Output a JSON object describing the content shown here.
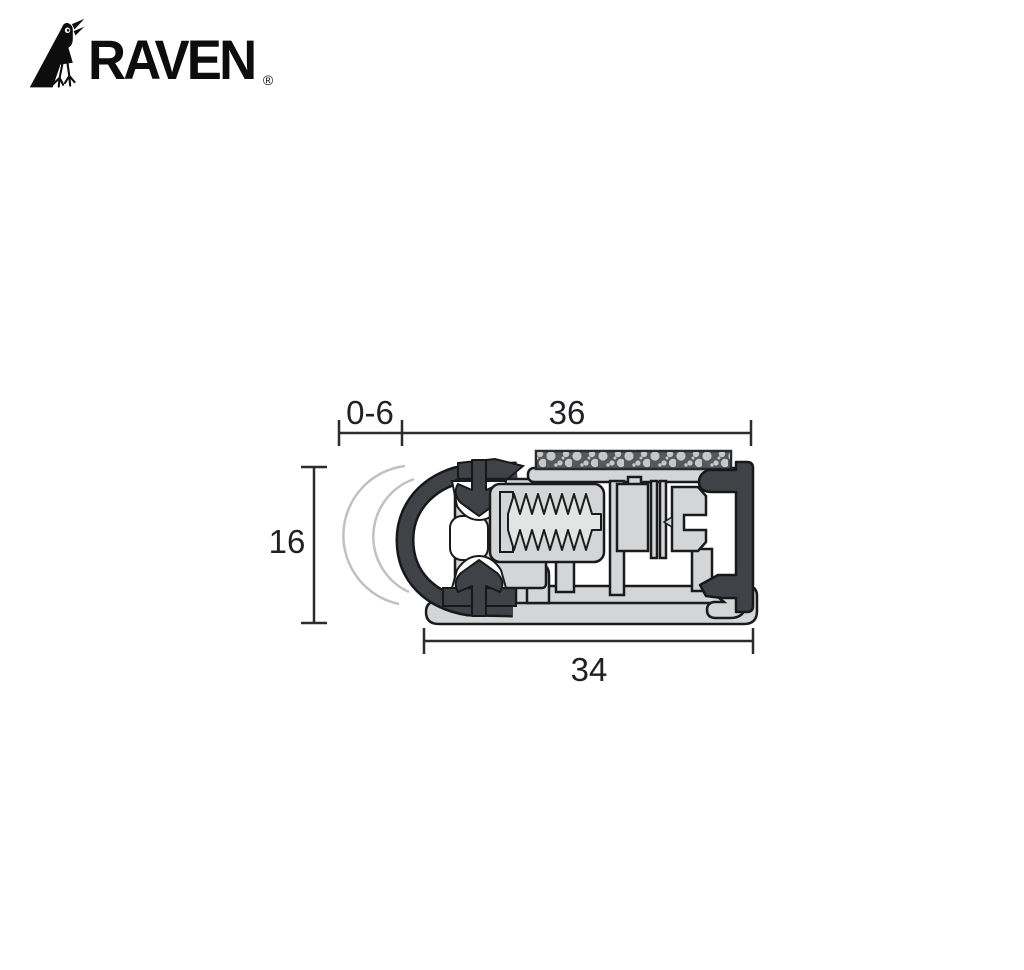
{
  "logo": {
    "brand": "RAVEN",
    "registered_mark": "®",
    "icon": "raven-bird-icon"
  },
  "diagram": {
    "kind": "door-seal-cross-section",
    "dimensions": {
      "door_gap": {
        "label": "0-6"
      },
      "overall_width": {
        "label": "36"
      },
      "overall_height": {
        "label": "16"
      },
      "base_width": {
        "label": "34"
      }
    },
    "colors": {
      "aluminium": "#d4d5d6",
      "rubber_seal": "#3f4347",
      "outline": "#1a1b1d",
      "foam_base": "#55585c",
      "foam_dots": "#c6c7c8",
      "deflection_arc": "#c0c1c2",
      "dimension_lines": "#2b2c2e"
    },
    "parts": [
      "deflection-arcs",
      "bulb-seal",
      "aluminium-carrier",
      "adjustment-screw",
      "foam-strip",
      "frame-channel",
      "base-plate"
    ]
  }
}
